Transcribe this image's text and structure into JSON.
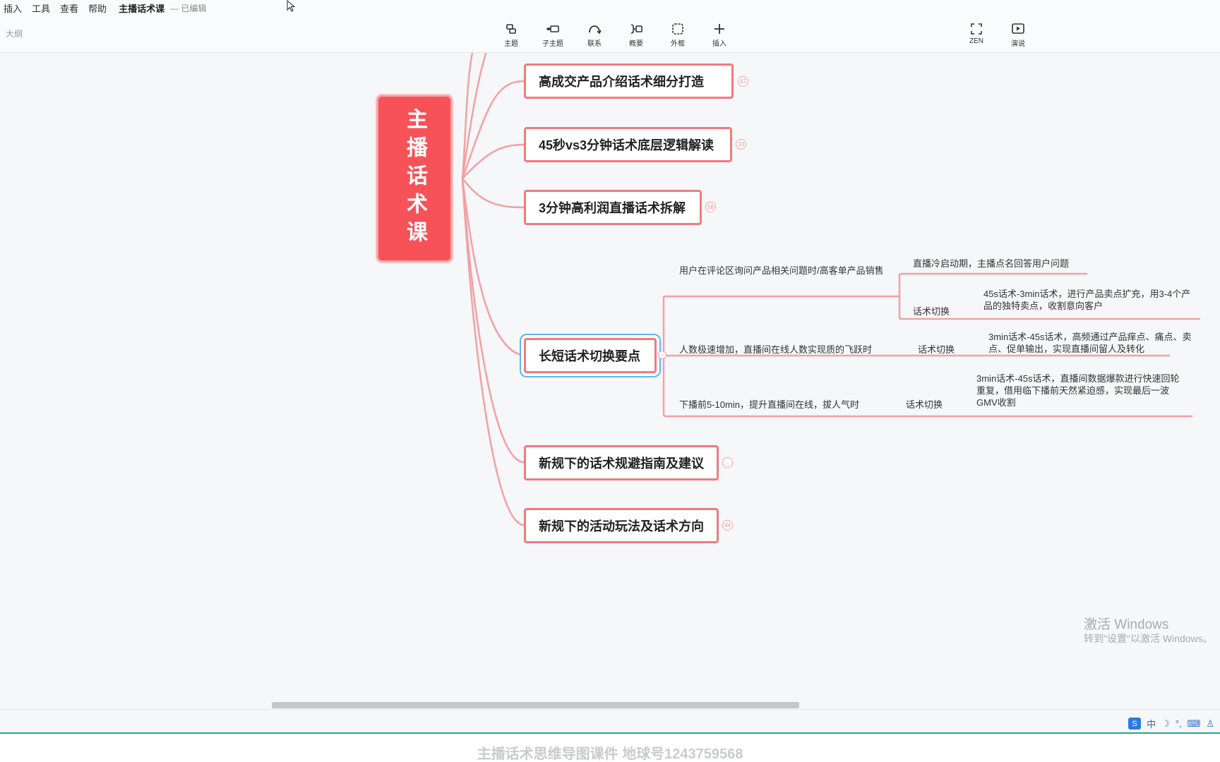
{
  "menu": {
    "items": [
      "插入",
      "工具",
      "查看",
      "帮助"
    ],
    "doc_title": "主播话术课",
    "doc_status": "— 已编辑"
  },
  "toolbar": {
    "outline_label": "大纲",
    "buttons": [
      {
        "label": "主题",
        "icon": "topic-icon"
      },
      {
        "label": "子主题",
        "icon": "subtopic-icon"
      },
      {
        "label": "联系",
        "icon": "relationship-icon"
      },
      {
        "label": "概要",
        "icon": "summary-icon"
      },
      {
        "label": "外框",
        "icon": "boundary-icon"
      },
      {
        "label": "插入",
        "icon": "plus-icon"
      }
    ],
    "zen_label": "ZEN",
    "present_label": "演说"
  },
  "mindmap": {
    "root": "主播话术课",
    "topics": [
      {
        "text": "高成交产品介绍话术细分打造",
        "badge": "47"
      },
      {
        "text": "45秒vs3分钟话术底层逻辑解读",
        "badge": "33"
      },
      {
        "text": "3分钟高利润直播话术拆解",
        "badge": "58"
      },
      {
        "text": "长短话术切换要点",
        "badge": "−"
      },
      {
        "text": "新规下的话术规避指南及建议",
        "badge": "…"
      },
      {
        "text": "新规下的活动玩法及话术方向",
        "badge": "44"
      }
    ],
    "details": {
      "scenario1": "用户在评论区询问产品相关问题时/高客单产品销售",
      "scenario1_note": "直播冷启动期，主播点名回答用户问题",
      "switch_label": "话术切换",
      "scenario1_switch": "45s话术-3min话术，进行产品卖点扩充，用3-4个产品的独特卖点，收割意向客户",
      "scenario2": "人数极速增加，直播间在线人数实现质的飞跃时",
      "scenario2_switch": "3min话术-45s话术，高频通过产品痒点、痛点、卖点、促单输出，实现直播间留人及转化",
      "scenario3": "下播前5-10min，提升直播间在线，拔人气时",
      "scenario3_switch": "3min话术-45s话术，直播间数据爆款进行快速回轮重复，借用临下播前天然紧迫感，实现最后一波GMV收割"
    }
  },
  "watermark": {
    "title": "激活 Windows",
    "subtitle": "转到\"设置\"以激活 Windows。"
  },
  "tray": {
    "ime_label": "中"
  },
  "bottom_caption": "主播话术思维导图课件 地球号1243759568",
  "colors": {
    "accent": "#f75257",
    "branch": "#f08a8e",
    "selection": "#64b4ec"
  }
}
